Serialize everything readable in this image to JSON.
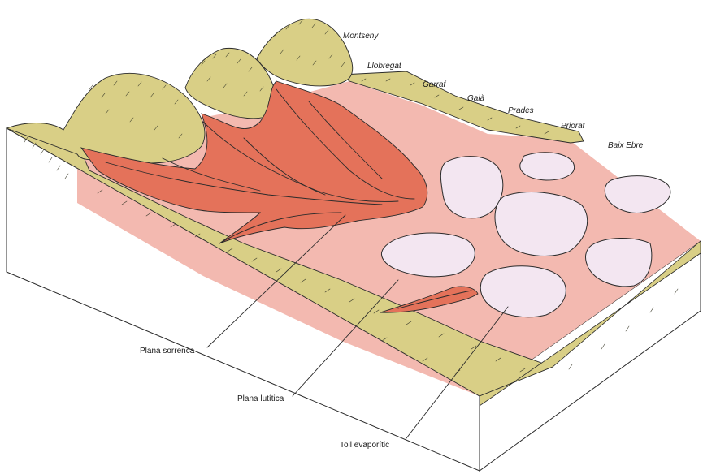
{
  "regions": [
    {
      "key": "montseny",
      "label": "Montseny"
    },
    {
      "key": "llobregat",
      "label": "Llobregat"
    },
    {
      "key": "garraf",
      "label": "Garraf"
    },
    {
      "key": "gaia",
      "label": "Gaià"
    },
    {
      "key": "prades",
      "label": "Prades"
    },
    {
      "key": "priorat",
      "label": "Priorat"
    },
    {
      "key": "baix_ebre",
      "label": "Baix Ebre"
    }
  ],
  "callouts": {
    "plana_sorrenca": "Plana sorrenca",
    "plana_lutitica": "Plana lutítica",
    "toll_evaporitic": "Toll evaporític"
  },
  "colors": {
    "uplands": "#d9cf86",
    "sand_plain": "#e4725a",
    "mud_plain": "#f3b9b0",
    "evaporite_pond": "#f3e6f1",
    "block_side": "#ffffff",
    "ink": "#2b2b2b"
  }
}
